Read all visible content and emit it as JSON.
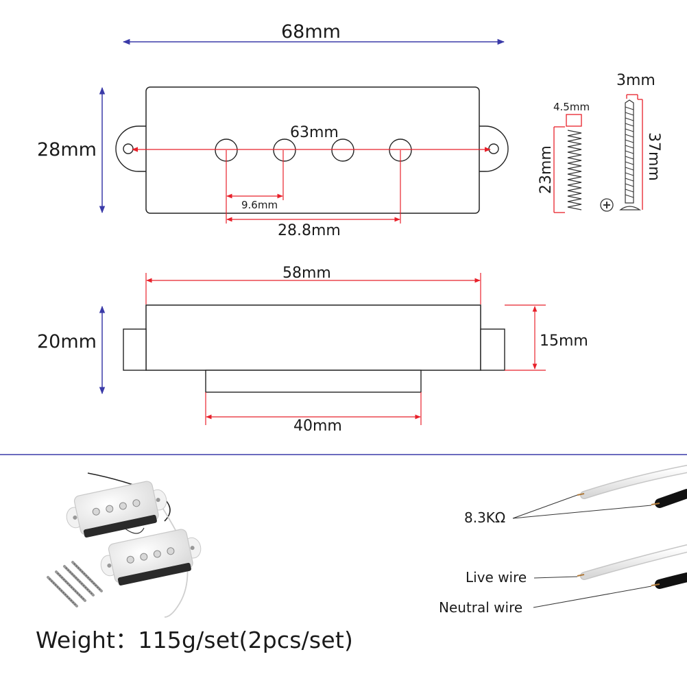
{
  "top_view": {
    "width_label": "68mm",
    "height_label": "28mm",
    "span_label": "63mm",
    "pole_pitch_label": "9.6mm",
    "pole_span_label": "28.8mm"
  },
  "hardware": {
    "spring_width_label": "4.5mm",
    "spring_length_label": "23mm",
    "screw_diameter_label": "3mm",
    "screw_length_label": "37mm"
  },
  "side_view": {
    "top_width_label": "58mm",
    "total_height_label": "20mm",
    "body_height_label": "15mm",
    "base_width_label": "40mm"
  },
  "wiring": {
    "resistance_label": "8.3KΩ",
    "live_label": "Live wire",
    "neutral_label": "Neutral wire"
  },
  "weight_text": "Weight：115g/set(2pcs/set)",
  "colors": {
    "outline": "#222222",
    "red_dimension": "#e8202a",
    "blue_dimension": "#3a3aa8",
    "divider": "#3a3aa8"
  }
}
